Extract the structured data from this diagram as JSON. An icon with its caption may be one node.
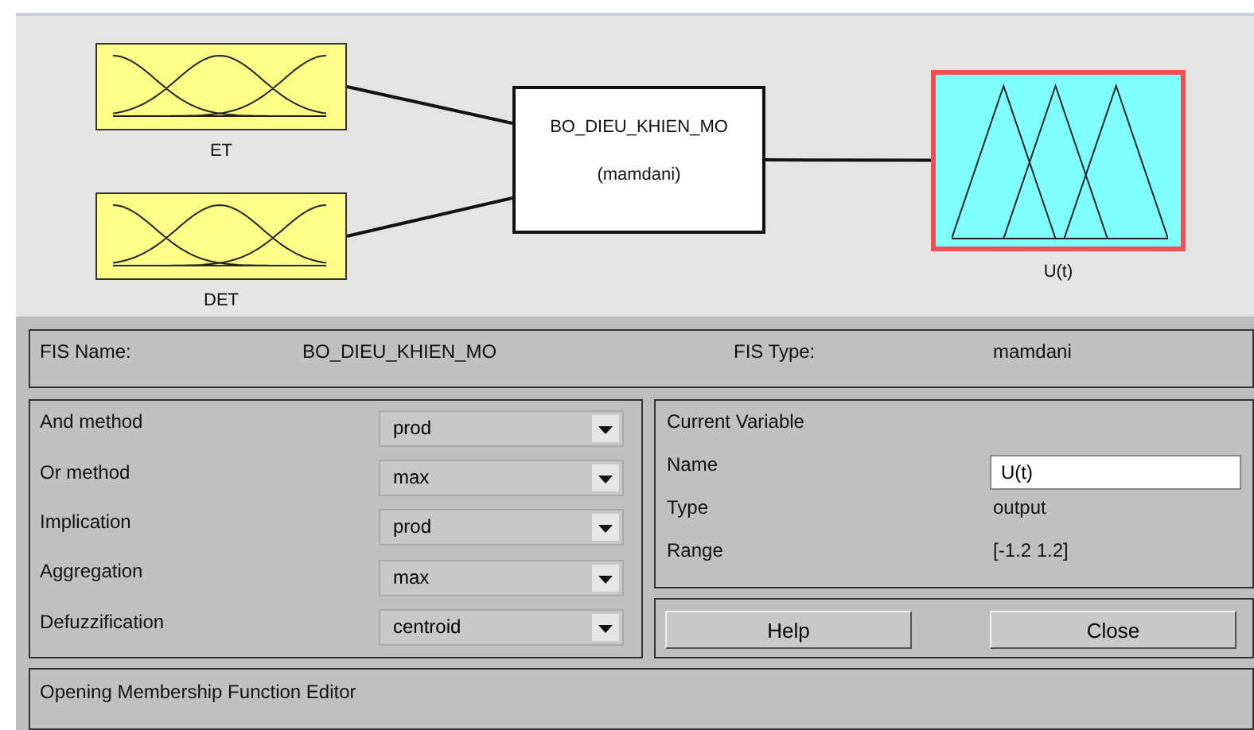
{
  "diagram": {
    "nodes": [
      {
        "text": [
          "ET"
        ]
      },
      {
        "text": [
          "DET"
        ]
      },
      {
        "text": [
          "BO_DIEU_KHIEN_MO",
          "(mamdani)"
        ]
      },
      {
        "text": [
          "U(t)"
        ]
      }
    ],
    "edges": [
      {
        "from": 0,
        "to": 2,
        "arrow": "none"
      },
      {
        "from": 1,
        "to": 2,
        "arrow": "none"
      },
      {
        "from": 2,
        "to": 3,
        "arrow": "none"
      }
    ],
    "labels": [
      "FIS Name:",
      "BO_DIEU_KHIEN_MO",
      "FIS Type:",
      "mamdani",
      "And method",
      "prod",
      "Or method",
      "max",
      "Implication",
      "prod",
      "Aggregation",
      "max",
      "Defuzzification",
      "centroid",
      "Current Variable",
      "Name",
      "U(t)",
      "Type",
      "output",
      "Range",
      "[-1.2 1.2]",
      "Help",
      "Close",
      "Opening Membership Function Editor"
    ]
  }
}
